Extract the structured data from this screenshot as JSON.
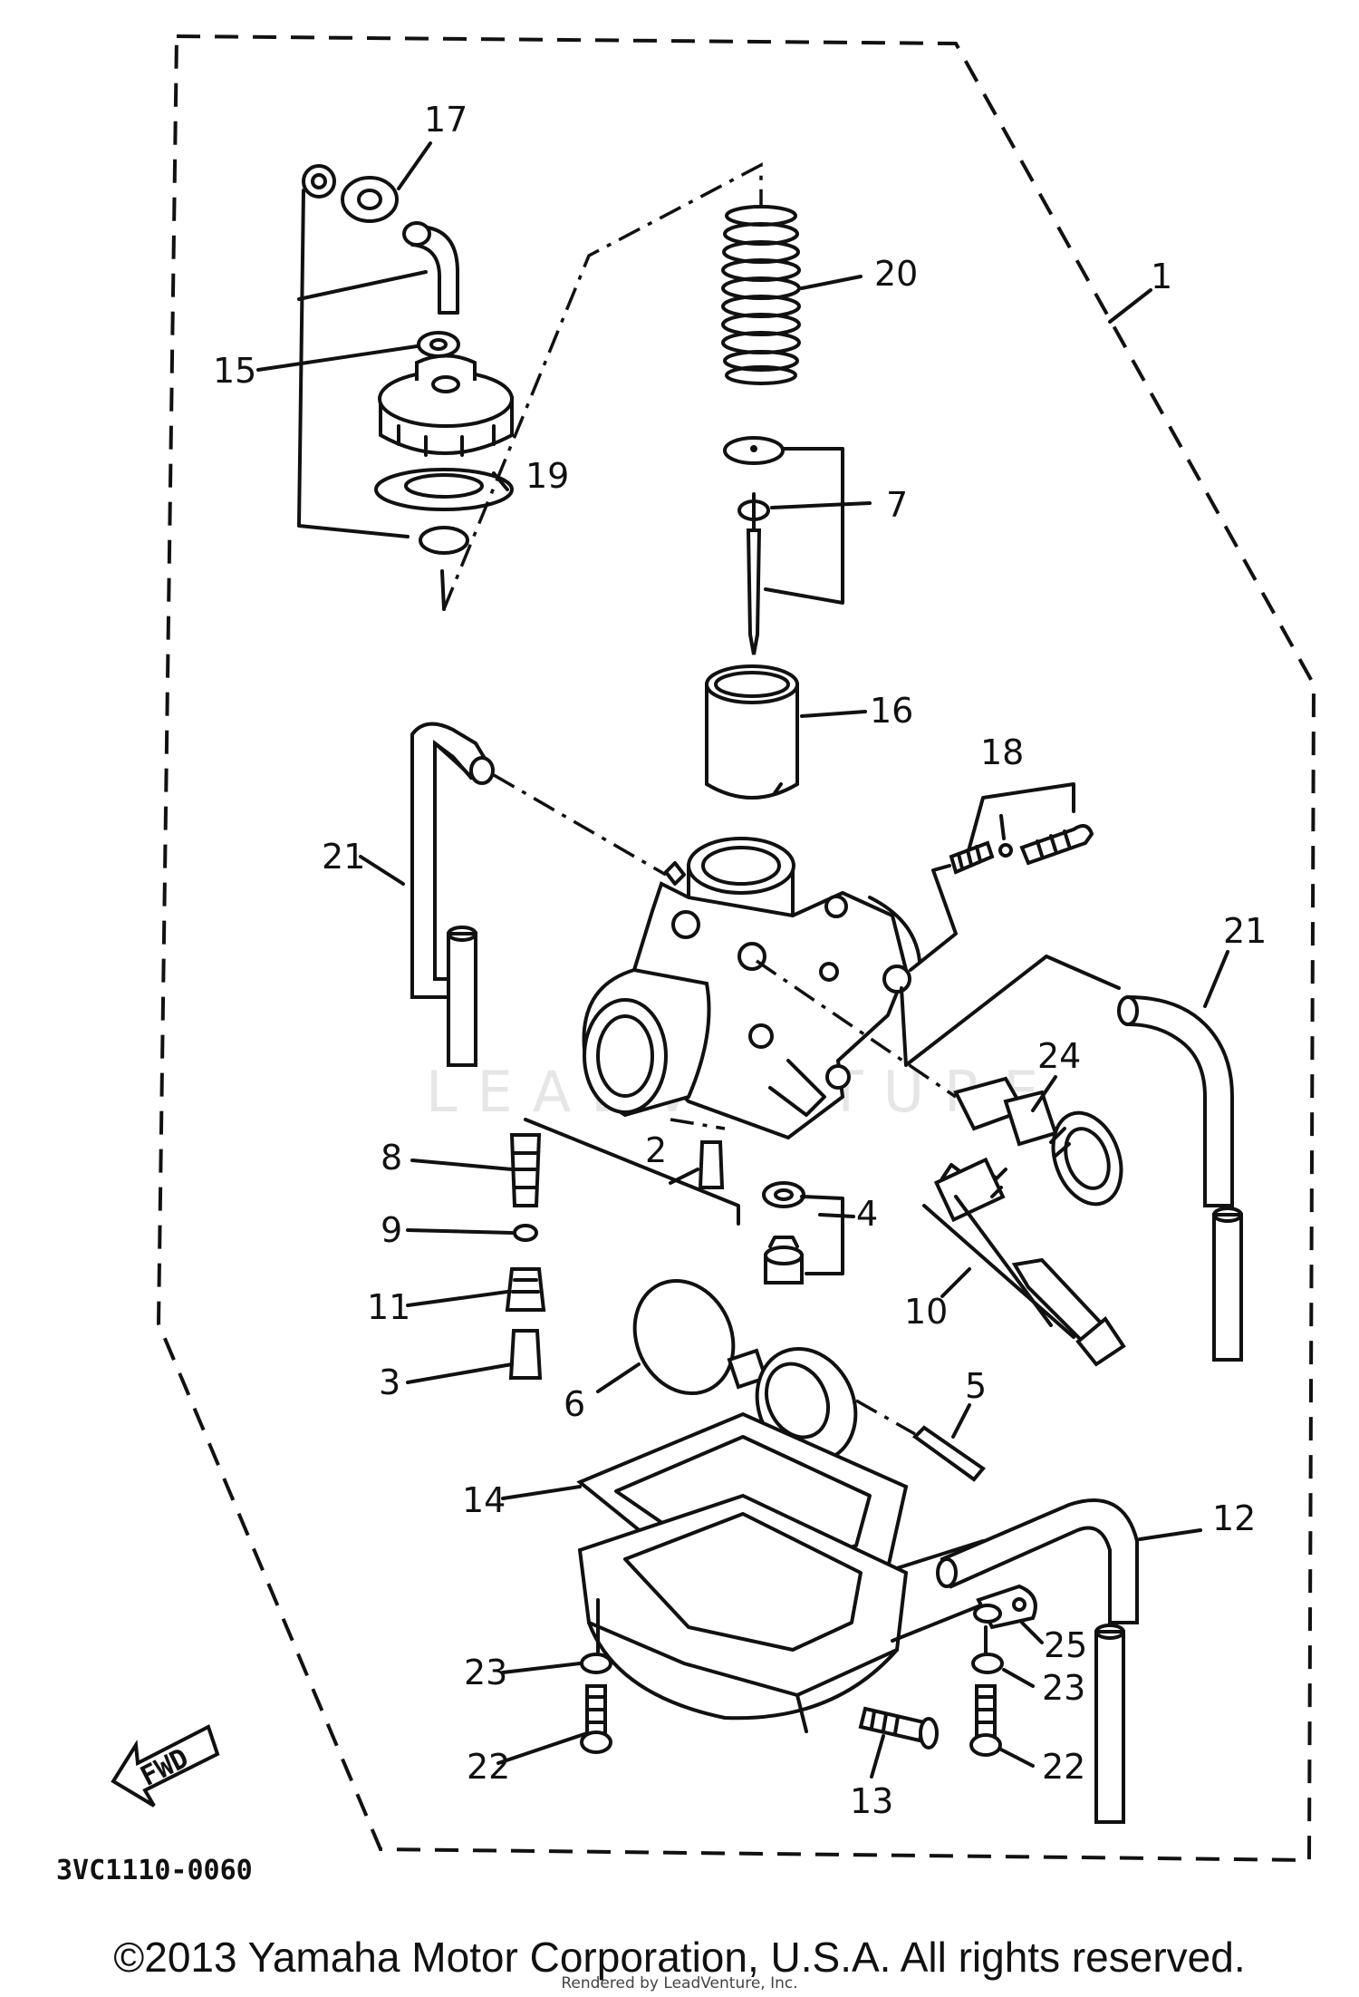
{
  "diagram": {
    "drawing_code": "3VC1110-0060",
    "fwd_label": "FWD",
    "watermark": "LEADVENTURE",
    "callouts": {
      "c1": "1",
      "c2": "2",
      "c3": "3",
      "c4": "4",
      "c5": "5",
      "c6": "6",
      "c7": "7",
      "c8": "8",
      "c9": "9",
      "c10": "10",
      "c11": "11",
      "c12": "12",
      "c13": "13",
      "c14": "14",
      "c15": "15",
      "c16": "16",
      "c17": "17",
      "c18": "18",
      "c19": "19",
      "c20": "20",
      "c21a": "21",
      "c21b": "21",
      "c22a": "22",
      "c22b": "22",
      "c23a": "23",
      "c23b": "23",
      "c24": "24",
      "c25": "25"
    }
  },
  "footer": {
    "copyright": "©2013 Yamaha Motor Corporation, U.S.A. All rights reserved.",
    "rendered_by": "Rendered by LeadVenture, Inc."
  }
}
